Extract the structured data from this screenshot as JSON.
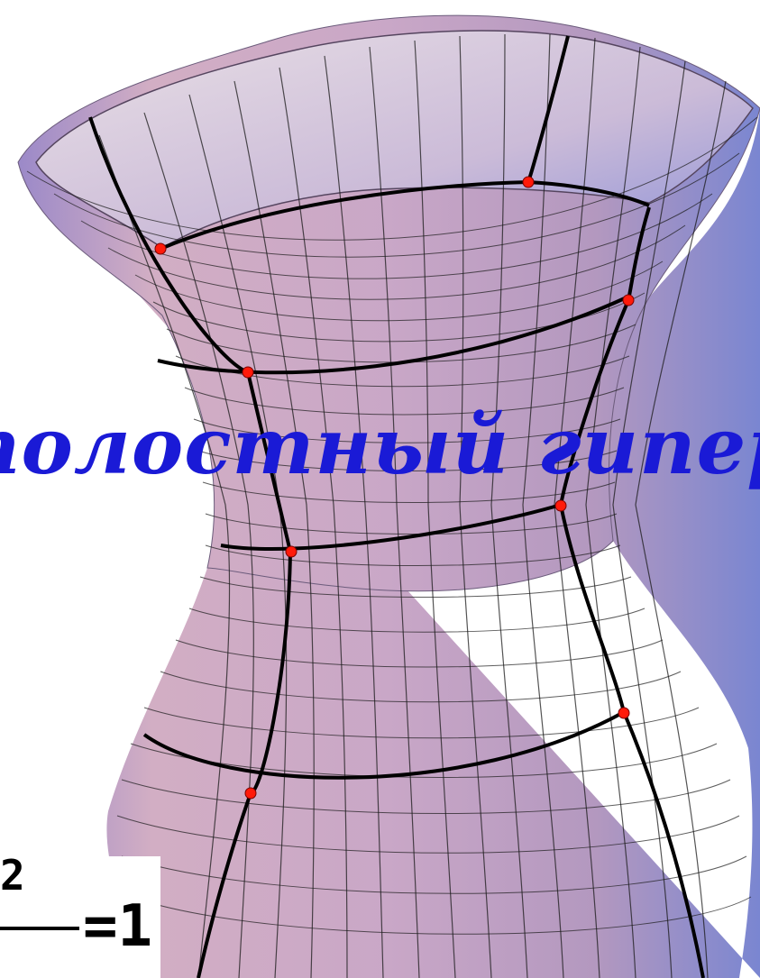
{
  "title": "полостный гипербо",
  "formula": {
    "exponent": "2",
    "equals": "=",
    "rhs": "1"
  },
  "colors": {
    "surface_light": "#e6d6e3",
    "surface_mid": "#b999b9",
    "surface_dark": "#7f82c9",
    "grid": "#000000",
    "points": "#ff0000",
    "title": "#1a1ad6"
  },
  "icons": {
    "marked_points": "red-dot-icon"
  }
}
